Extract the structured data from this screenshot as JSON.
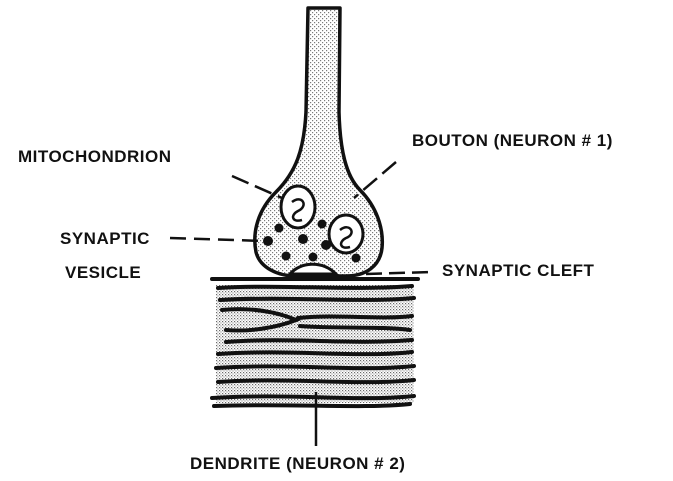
{
  "labels": {
    "mitochondrion": "MITOCHONDRION",
    "bouton": "BOUTON  (NEURON # 1)",
    "synaptic_vesicle_line1": "SYNAPTIC",
    "synaptic_vesicle_line2": "VESICLE",
    "synaptic_cleft": "SYNAPTIC  CLEFT",
    "dendrite": "DENDRITE  (NEURON # 2)"
  },
  "colors": {
    "ink": "#111111",
    "stipple": "#8a8a8a",
    "paper": "#ffffff"
  }
}
